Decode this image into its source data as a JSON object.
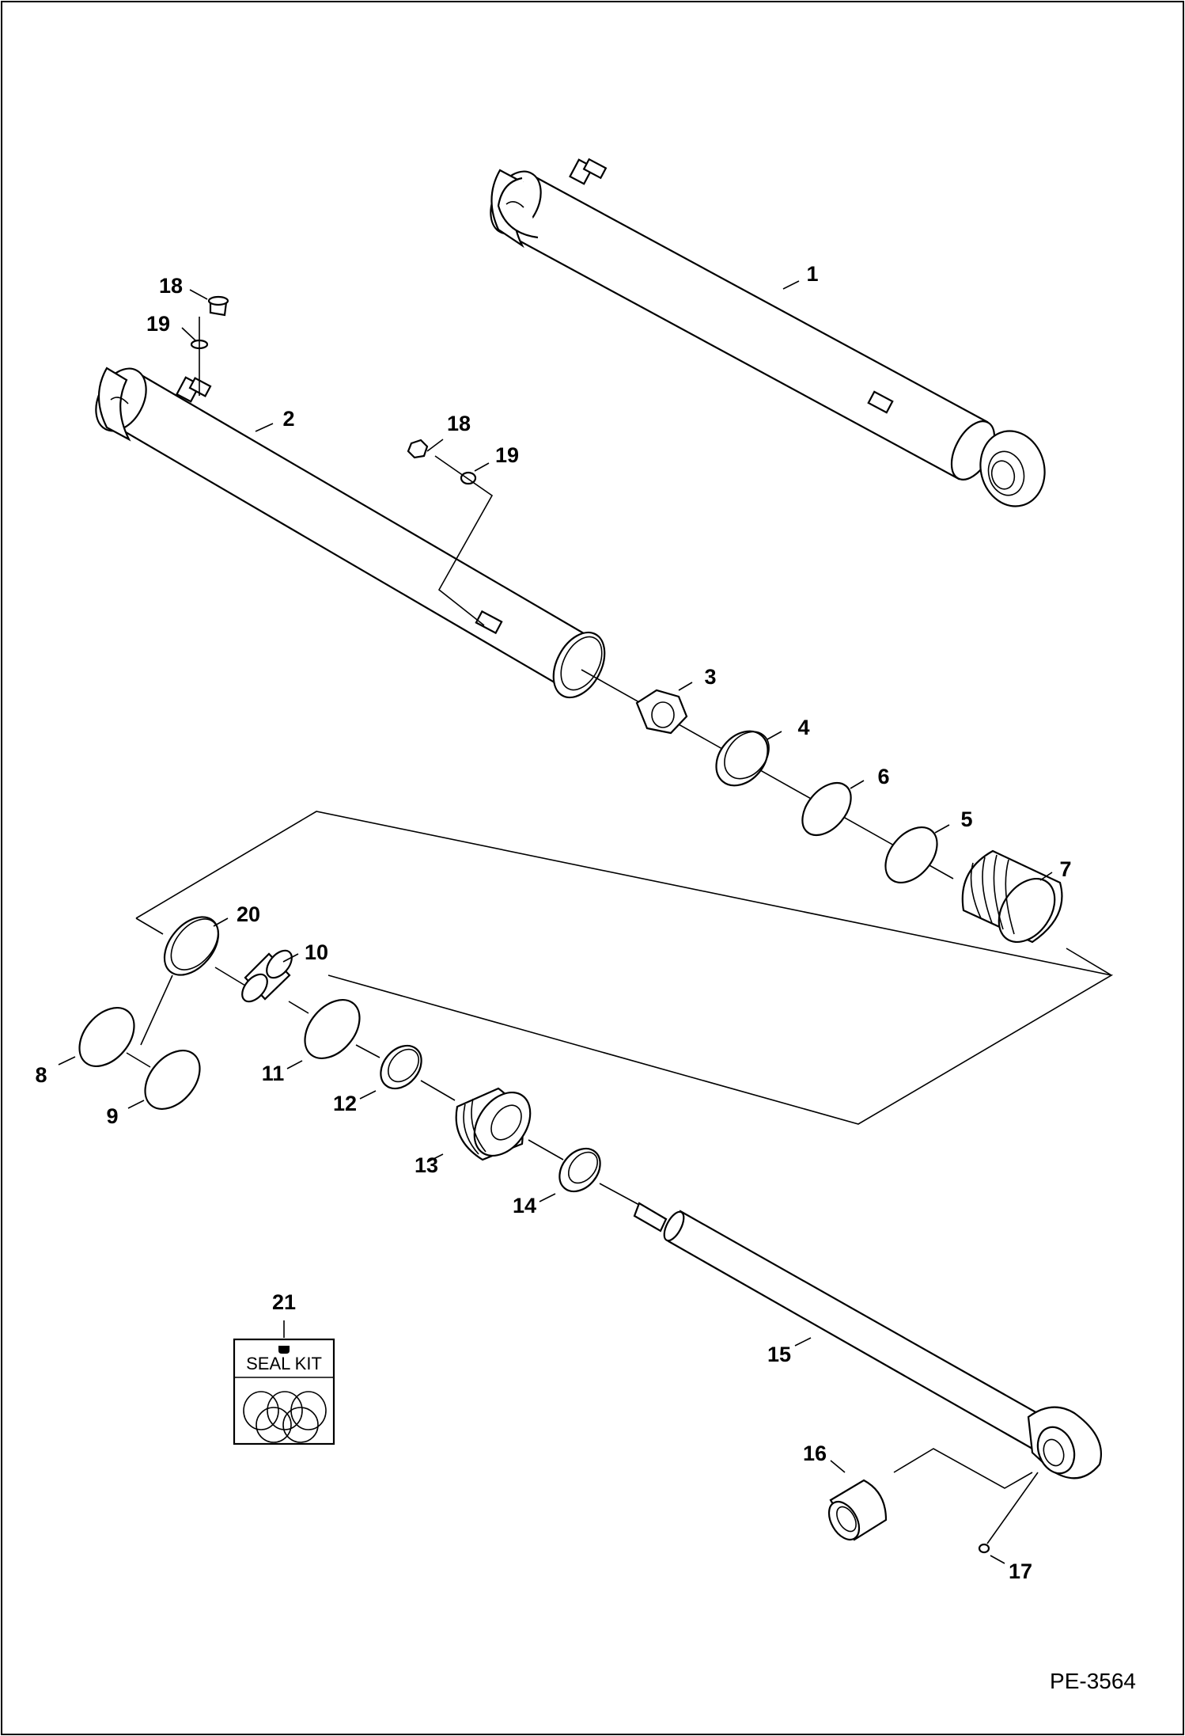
{
  "callouts": {
    "c1": "1",
    "c2": "2",
    "c3": "3",
    "c4": "4",
    "c5": "5",
    "c6": "6",
    "c7": "7",
    "c8": "8",
    "c9": "9",
    "c10": "10",
    "c11": "11",
    "c12": "12",
    "c13": "13",
    "c14": "14",
    "c15": "15",
    "c16": "16",
    "c17": "17",
    "c18a": "18",
    "c19a": "19",
    "c18b": "18",
    "c19b": "19",
    "c20": "20",
    "c21": "21"
  },
  "seal_kit": {
    "label": "SEAL KIT"
  },
  "reference_number": "PE-3564"
}
